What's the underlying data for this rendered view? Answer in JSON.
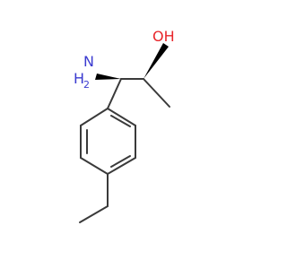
{
  "molecule": {
    "atoms": {
      "oh": {
        "text": "OH",
        "color": "#e8262b"
      },
      "nh2_h": {
        "text": "H",
        "color": "#3b3bd0"
      },
      "nh2_sub": {
        "text": "2",
        "color": "#3b3bd0"
      },
      "nh2_n": {
        "text": "N",
        "color": "#3b3bd0"
      }
    },
    "bond_color": "#3a3a3a",
    "wedge_color": "#000000"
  }
}
